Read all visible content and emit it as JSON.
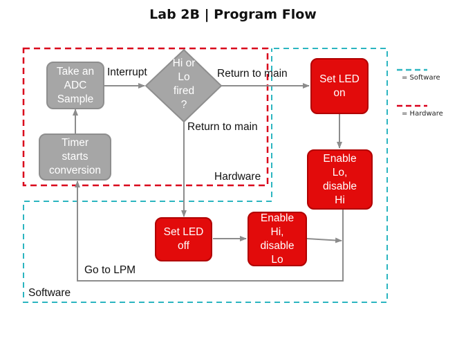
{
  "title": "Lab 2B | Program Flow",
  "colors": {
    "hardware_region": "#d9001b",
    "software_region": "#2bb5c0",
    "gray_node": "#a6a6a6",
    "red_node": "#e20b0b",
    "connector": "#8c8c8c"
  },
  "regions": {
    "hardware_label": "Hardware",
    "software_label": "Software"
  },
  "nodes": {
    "take_adc_sample": "Take an\nADC\nSample",
    "timer_starts_conversion": "Timer\nstarts\nconversion",
    "decision": "Hi or\nLo\nfired\n?",
    "set_led_on": "Set LED\non",
    "enable_lo_disable_hi": "Enable\nLo,\ndisable\nHi",
    "set_led_off": "Set LED\noff",
    "enable_hi_disable_lo": "Enable\nHi,\ndisable\nLo"
  },
  "edge_labels": {
    "interrupt": "Interrupt",
    "return_to_main_right": "Return to main",
    "return_to_main_down": "Return to main",
    "go_to_lpm": "Go to LPM"
  },
  "legend": {
    "software": "= Software",
    "hardware": "= Hardware"
  }
}
